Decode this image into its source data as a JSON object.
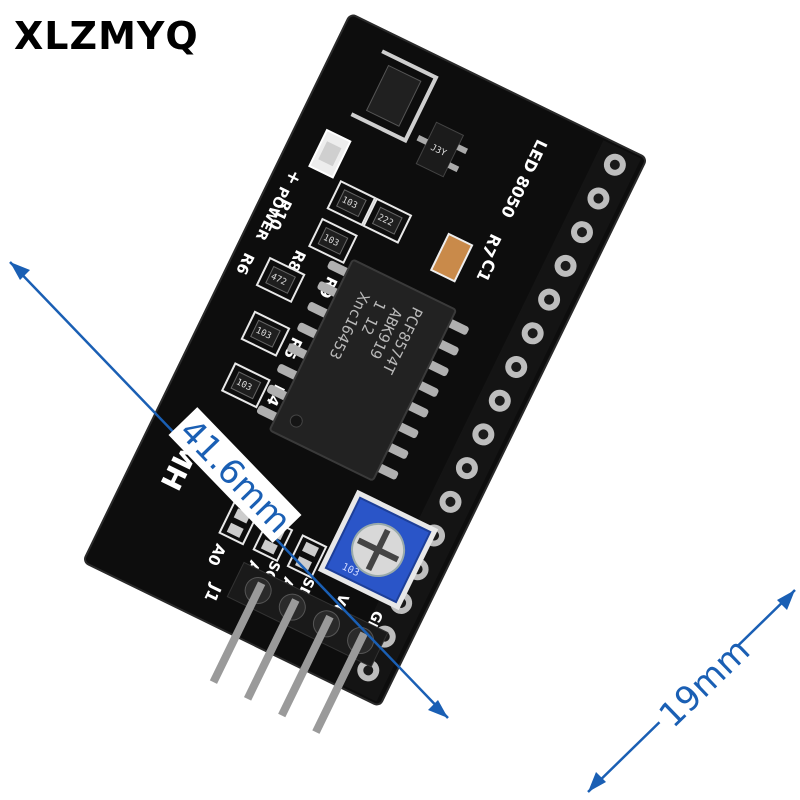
{
  "brand": "XLZMYQ",
  "dimensions": {
    "length": "41.6mm",
    "width": "19mm"
  },
  "board": {
    "led_label": "LED 8050",
    "transistor_label": "R7",
    "capacitor_label": "C1",
    "power_label": "POWER",
    "plus_label": "+",
    "resistors": [
      "R10",
      "R8",
      "R9",
      "R6",
      "R5",
      "R4"
    ],
    "resistor_codes": [
      "103",
      "103",
      "222",
      "472",
      "103",
      "103",
      "103"
    ],
    "chip_lines": [
      "PCF8574T",
      "ABK919",
      "1  12",
      "Xnc16453"
    ],
    "maker_mark": "MH",
    "address_pads": [
      "A0",
      "A1",
      "A2"
    ],
    "header_label": "J1",
    "pins": [
      "GND",
      "VCC",
      "SDA",
      "SCL"
    ],
    "transistor_code": "J3Y",
    "pot_code": "103"
  },
  "colors": {
    "pcb": "#111111",
    "dimension": "#1a5fb4",
    "potentiometer": "#2a55c8"
  }
}
